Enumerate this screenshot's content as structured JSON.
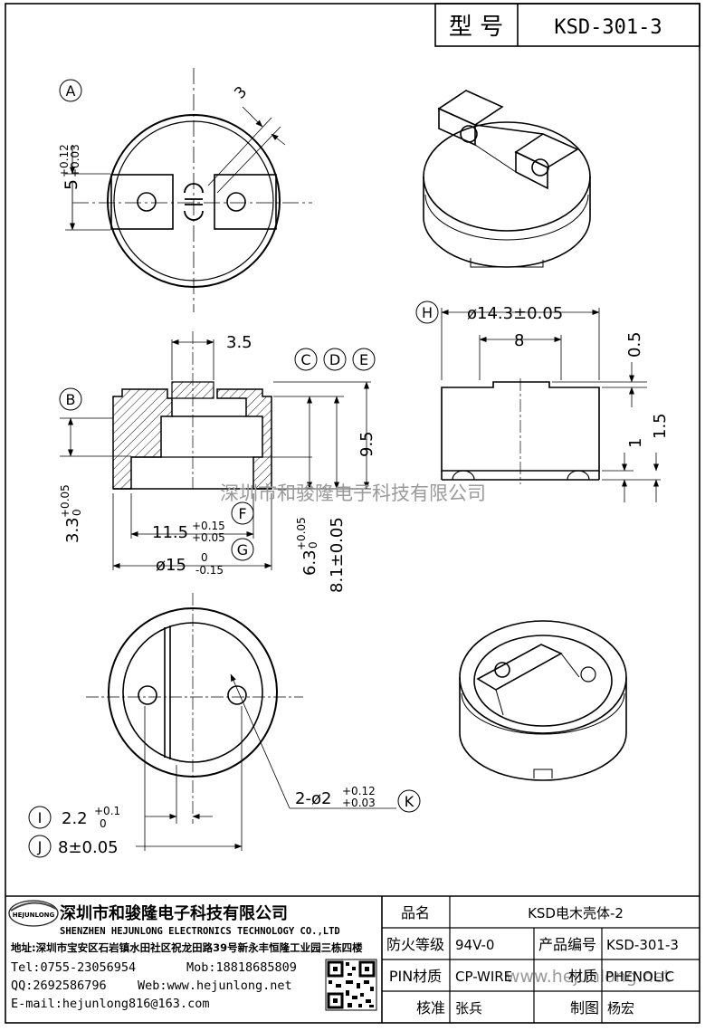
{
  "header": {
    "model_label": "型 号",
    "model_value": "KSD-301-3"
  },
  "datum_labels": {
    "a": "A",
    "b": "B",
    "c": "C",
    "d": "D",
    "e": "E",
    "f": "F",
    "g": "G",
    "h": "H",
    "i": "I",
    "j": "J",
    "k": "K"
  },
  "dimensions": {
    "top_height_base": "5",
    "top_height_tol_upper": "+0.12",
    "top_height_tol_lower": "+0.03",
    "slot_width": "3",
    "sec_top_width": "3.5",
    "sec_height_base": "3.3",
    "sec_height_tol_upper": "+0.05",
    "sec_height_tol_lower": "0",
    "inner_dia_base": "11.5",
    "inner_dia_tol_upper": "+0.15",
    "inner_dia_tol_lower": "+0.05",
    "outer_dia_base": "ø15",
    "outer_dia_tol_upper": "0",
    "outer_dia_tol_lower": "-0.15",
    "depth_base": "6.3",
    "depth_tol_upper": "+0.05",
    "depth_tol_lower": "0",
    "total_height": "8.1±0.05",
    "body_height": "9.5",
    "side_dia": "ø14.3±0.05",
    "side_slot": "8",
    "side_step": "0.5",
    "side_foot_1": "1",
    "side_foot_2": "1.5",
    "hole_spacing_base": "2.2",
    "hole_spacing_tol_upper": "+0.1",
    "hole_spacing_tol_lower": "0",
    "pin_pitch": "8±0.05",
    "hole_dia_base": "2-ø2",
    "hole_dia_tol_upper": "+0.12",
    "hole_dia_tol_lower": "+0.03"
  },
  "watermarks": {
    "company_cn": "深圳市和骏隆电子科技有限公司",
    "site": "www.hejunlong.net"
  },
  "company": {
    "logo_text": "HEJUNLONG",
    "name_cn": "深圳市和骏隆电子科技有限公司",
    "name_en": "SHENZHEN HEJUNLONG ELECTRONICS TECHNOLOGY CO.,LTD",
    "address": "地址:深圳市宝安区石岩镇水田社区祝龙田路39号新永丰恒隆工业园三栋四楼",
    "tel": "Tel:0755-23056954",
    "mob": "Mob:18818685809",
    "qq": "QQ:2692586796",
    "web": "Web:www.hejunlong.net",
    "email": "E-mail:hejunlong816@163.com"
  },
  "title_block": {
    "product_label": "品名",
    "product_value": "KSD电木壳体-2",
    "fire_label": "防火等级",
    "fire_value": "94V-0",
    "code_label": "产品编号",
    "code_value": "KSD-301-3",
    "pin_label": "PIN材质",
    "pin_value": "CP-WIRE",
    "material_label": "材质",
    "material_value": "PHENOLIC",
    "check_label": "核准",
    "check_value": "张兵",
    "draw_label": "制图",
    "draw_value": "杨宏"
  },
  "colors": {
    "line": "#000000",
    "watermark": "#9a9a9a"
  }
}
